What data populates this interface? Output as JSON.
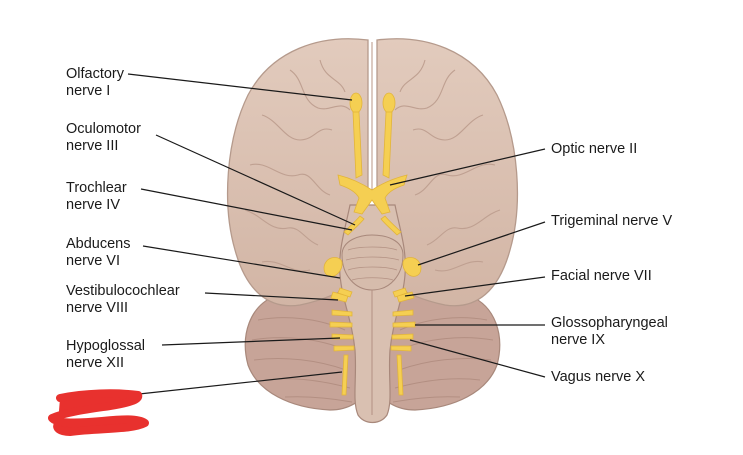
{
  "labels": {
    "olfactory": [
      "Olfactory",
      "nerve I"
    ],
    "oculomotor": [
      "Oculomotor",
      "nerve III"
    ],
    "trochlear": [
      "Trochlear",
      "nerve IV"
    ],
    "abducens": [
      "Abducens",
      "nerve VI"
    ],
    "vestibulocochlear": [
      "Vestibulocochlear",
      "nerve VIII"
    ],
    "hypoglossal": [
      "Hypoglossal",
      "nerve XII"
    ],
    "optic": [
      "Optic nerve II"
    ],
    "trigeminal": [
      "Trigeminal nerve V"
    ],
    "facial": [
      "Facial nerve VII"
    ],
    "glossopharyngeal": [
      "Glossopharyngeal",
      "nerve IX"
    ],
    "vagus": [
      "Vagus nerve X"
    ]
  },
  "colors": {
    "brain": "#dcc3b5",
    "brain_outline": "#b59a8c",
    "cerebellum": "#c9a69a",
    "nerve": "#f5cf52",
    "leader_line": "#1a1a1a",
    "redaction": "#e8312e"
  }
}
